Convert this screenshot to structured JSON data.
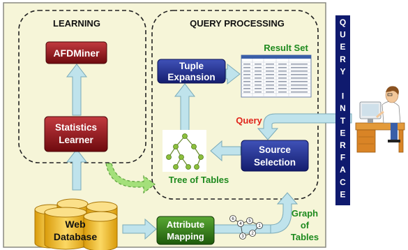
{
  "sections": {
    "learning": "LEARNING",
    "query_processing": "QUERY PROCESSING"
  },
  "boxes": {
    "afdminer": "AFDMiner",
    "statistics_learner": [
      "Statistics",
      "Learner"
    ],
    "tuple_expansion": [
      "Tuple",
      "Expansion"
    ],
    "source_selection": [
      "Source",
      "Selection"
    ],
    "attribute_mapping": [
      "Attribute",
      "Mapping"
    ],
    "web_database": [
      "Web",
      "Database"
    ]
  },
  "labels": {
    "result_set": "Result Set",
    "query": "Query",
    "tree_of_tables": "Tree of Tables",
    "graph_of_tables": [
      "Graph",
      "of",
      "Tables"
    ]
  },
  "query_interface_letters": [
    "Q",
    "U",
    "E",
    "R",
    "Y",
    "",
    "I",
    "N",
    "T",
    "E",
    "R",
    "F",
    "A",
    "C",
    "E"
  ],
  "graph_nodes": [
    "1",
    "2",
    "3",
    "4",
    "5",
    "6"
  ],
  "colors": {
    "panel_bg": "#f6f5d8",
    "panel_border": "#888888",
    "red_box": "#8c0f14",
    "blue_box": "#1f2a8c",
    "green_box": "#2f7a17",
    "arrow_fill": "#bfe3ec",
    "arrow_stroke": "#7aaab8",
    "green_text": "#1e8a1e",
    "red_text": "#e0241b",
    "interface_bar": "#0f1a6e",
    "cylinder": "#f2bf1d"
  }
}
